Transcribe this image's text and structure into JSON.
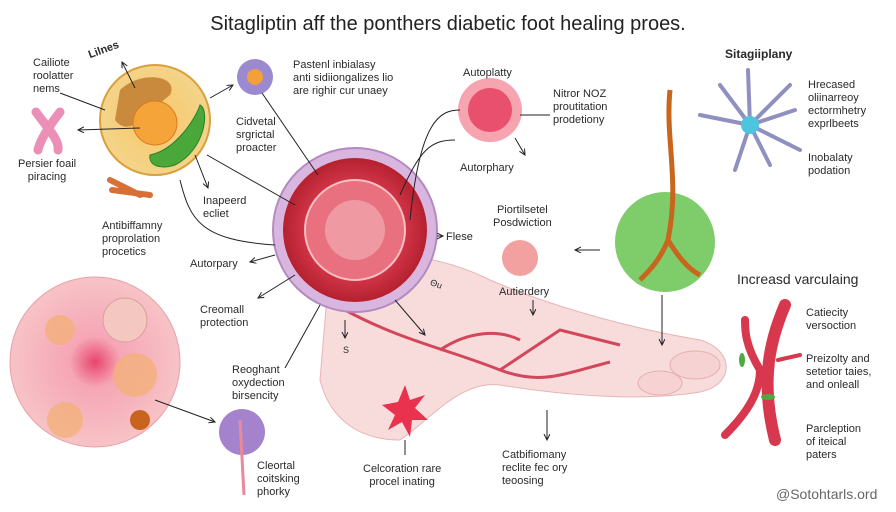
{
  "title": "Sitagliptin aff the ponthers diabetic foot healing proes.",
  "labels": {
    "lilnes": "Lilnes",
    "cailiote": [
      "Cailiote",
      "roolatter",
      "nems"
    ],
    "pastenl": [
      "Pastenl inbialasy",
      "anti sidiiongalizes lio",
      "are righir cur unaey"
    ],
    "cidvetal": [
      "Cidvetal",
      "srgrictal",
      "proacter"
    ],
    "persier": [
      "Persier foail",
      "piracing"
    ],
    "inapeerd": [
      "Inapeerd",
      "ecliet"
    ],
    "antibiffamny": [
      "Antibiffamny",
      "proprolation",
      "procetics"
    ],
    "autorpary": "Autorpary",
    "creomall": [
      "Creomall",
      "protection"
    ],
    "reoghant": [
      "Reoghant",
      "oxydection",
      "birsencity"
    ],
    "cleortal": [
      "Cleortal",
      "coitsking",
      "phorky"
    ],
    "celcoration": [
      "Celcoration rare",
      "procel inating"
    ],
    "autoplatty": "Autoplatty",
    "nitror": [
      "Nitror NOZ",
      "proutitation",
      "prodetiony"
    ],
    "autorphary": "Autorphary",
    "piortilsetel": [
      "Piortilsetel",
      "Posdwiction"
    ],
    "flese": "Flese",
    "autierdery": "Autierdery",
    "theta": "Θu",
    "s_mark": "S",
    "sitagiiplany": "Sitagiiplany",
    "hrecased": [
      "Hrecased",
      "oliinarreoy",
      "ectormhetry",
      "exprlbeets"
    ],
    "inobalaty": [
      "Inobalaty",
      "podation"
    ],
    "increasd": "Increasd varculaing",
    "catiecity": [
      "Catiecity",
      "versoction"
    ],
    "preizolty": [
      "Preizolty and",
      "setetior taies,",
      "and onleall"
    ],
    "parcleption": [
      "Parcleption",
      "of iteical",
      "paters"
    ],
    "catbifiomany": [
      "Catbifiomany",
      "reclite fec ory",
      "teoosing"
    ]
  },
  "watermark": "@Sotohtarls.ord"
}
